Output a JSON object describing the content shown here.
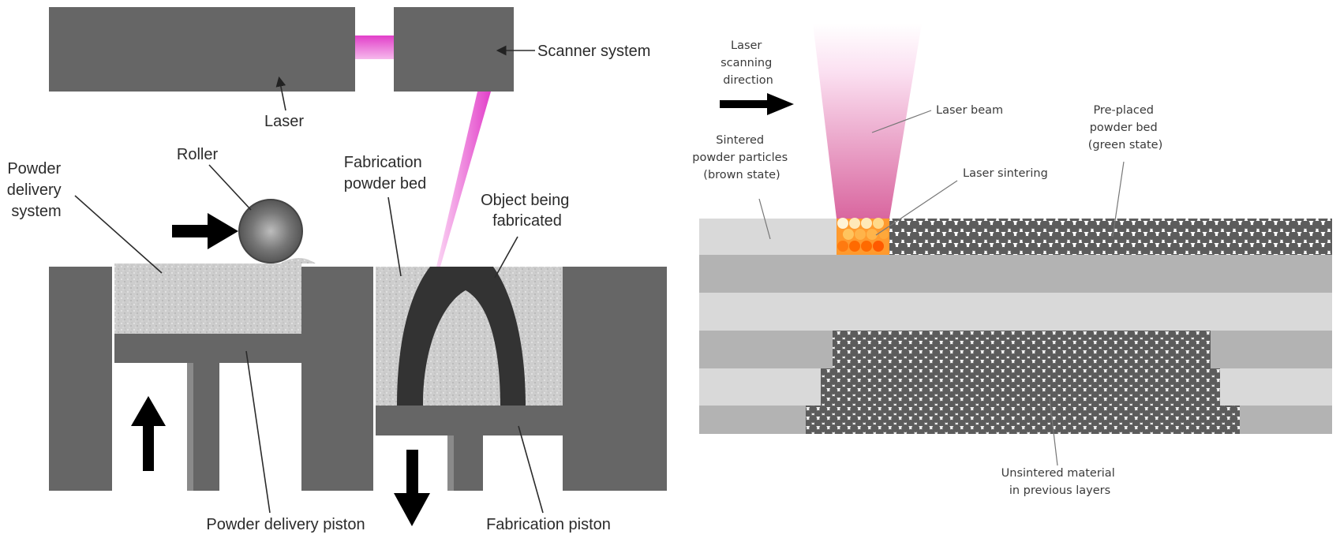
{
  "left_panel": {
    "title": "Selective laser sintering machine",
    "labels": {
      "laser": "Laser",
      "scanner_system": "Scanner system",
      "roller": "Roller",
      "powder_delivery_system": [
        "Powder",
        "delivery",
        "system"
      ],
      "fabrication_powder_bed": [
        "Fabrication",
        "powder bed"
      ],
      "object_being_fabricated": [
        "Object being",
        "fabricated"
      ],
      "powder_delivery_piston": "Powder delivery piston",
      "fabrication_piston": "Fabrication piston"
    },
    "arrows": {
      "roller_direction": "right",
      "delivery_piston_direction": "up",
      "fabrication_piston_direction": "down"
    }
  },
  "right_panel": {
    "title": "Laser sintering process detail",
    "labels": {
      "scanning_direction": [
        "Laser",
        "scanning",
        "direction"
      ],
      "laser_beam": "Laser beam",
      "sintered_particles": [
        "Sintered",
        "powder particles",
        "(brown state)"
      ],
      "laser_sintering": "Laser sintering",
      "pre_placed_bed": [
        "Pre-placed",
        "powder bed",
        "(green state)"
      ],
      "unsintered_material": [
        "Unsintered material",
        "in previous layers"
      ]
    },
    "layer_count": 6
  },
  "colors": {
    "machine_gray": "#666666",
    "object_dark": "#333333",
    "powder_light": "#cfcfcf",
    "laser_pink": "#e040c8",
    "layer_light": "#d9d9d9",
    "layer_dark": "#b3b3b3",
    "particle_dark": "#5a5a5a",
    "sinter_orange": "#ff6a00",
    "sinter_yellow": "#ffd27a"
  }
}
